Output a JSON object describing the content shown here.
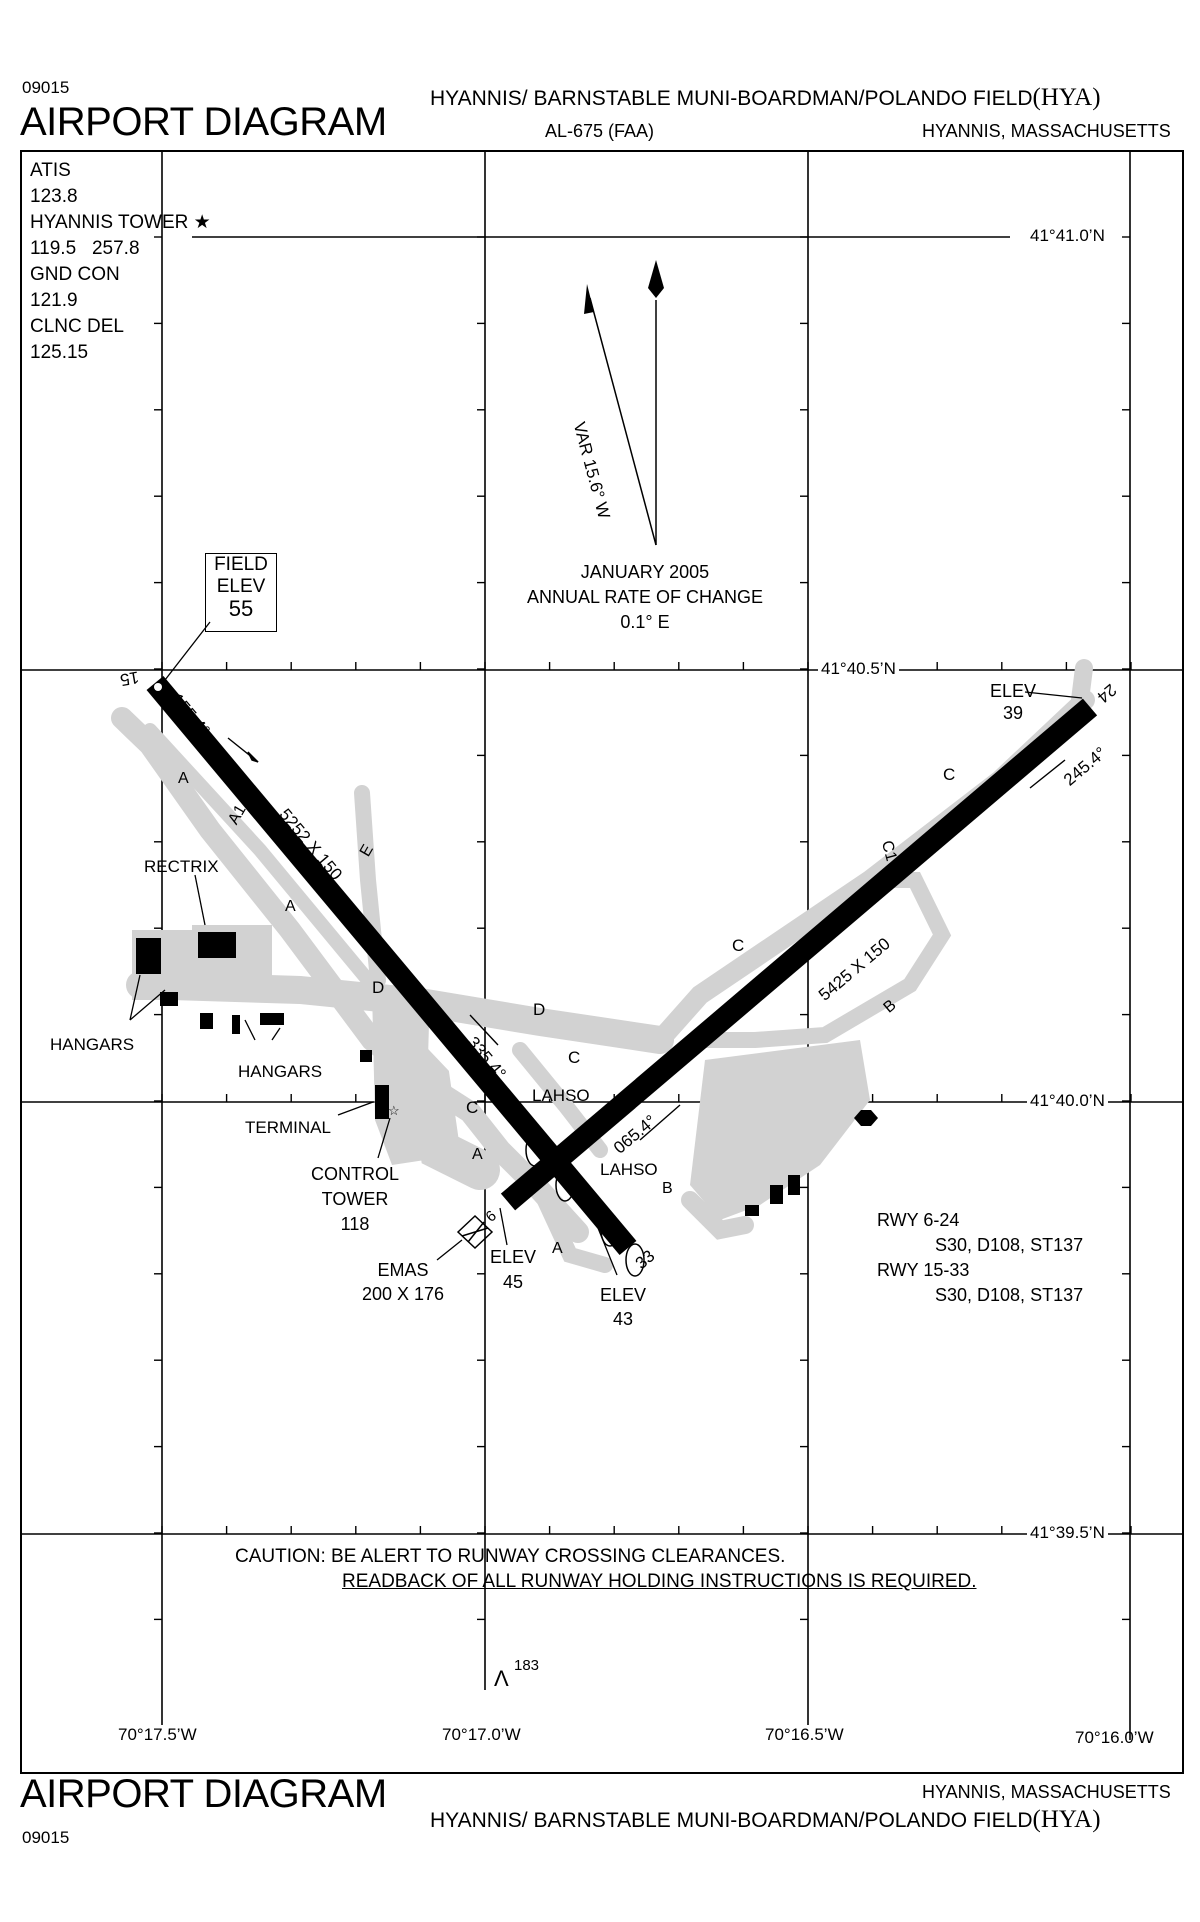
{
  "header": {
    "chart_number": "09015",
    "title": "AIRPORT DIAGRAM",
    "airport_name": "HYANNIS/ BARNSTABLE MUNI-BOARDMAN/POLANDO FIELD",
    "airport_id": "(HYA)",
    "procedure_id": "AL-675 (FAA)",
    "location": "HYANNIS, MASSACHUSETTS"
  },
  "frequencies": {
    "atis_label": "ATIS",
    "atis": "123.8",
    "tower_label": "HYANNIS TOWER",
    "tower": "119.5   257.8",
    "ground_label": "GND CON",
    "ground": "121.9",
    "clearance_label": "CLNC DEL",
    "clearance": "125.15"
  },
  "magnetic": {
    "variation": "VAR 15.6° W",
    "date": "JANUARY 2005",
    "rate_label": "ANNUAL RATE OF CHANGE",
    "rate": "0.1° E"
  },
  "latitudes": [
    "41°41.0’N",
    "41°40.5’N",
    "41°40.0’N",
    "41°39.5’N"
  ],
  "longitudes": [
    "70°17.5’W",
    "70°17.0’W",
    "70°16.5’W",
    "70°16.0’W"
  ],
  "field_elev": {
    "line1": "FIELD",
    "line2": "ELEV",
    "value": "55"
  },
  "runways": {
    "rwy_15_33": {
      "length_width": "5252 X 150",
      "heading_15": "155.4°",
      "heading_33": "335.4°",
      "end_15": "15",
      "end_33": "33",
      "elev_33_label": "ELEV",
      "elev_33": "43"
    },
    "rwy_6_24": {
      "length_width": "5425 X 150",
      "heading_6": "065.4°",
      "heading_24": "245.4°",
      "end_6": "6",
      "end_24": "24",
      "elev_6_label": "ELEV",
      "elev_6": "45",
      "elev_24_label": "ELEV",
      "elev_24": "39"
    }
  },
  "taxiways": {
    "A": "A",
    "A1": "A1",
    "B": "B",
    "C": "C",
    "C1": "C1",
    "D": "D",
    "E": "E"
  },
  "labels": {
    "rectrix": "RECTRIX",
    "hangars": "HANGARS",
    "terminal": "TERMINAL",
    "control_tower": "CONTROL",
    "control_tower2": "TOWER",
    "control_tower_elev": "118",
    "emas": "EMAS",
    "emas_size": "200 X 176",
    "lahso": "LAHSO",
    "obstacle": "183"
  },
  "runway_info": {
    "rwy_6_24": "RWY 6-24",
    "rwy_6_24_strength": "S30, D108, ST137",
    "rwy_15_33": "RWY 15-33",
    "rwy_15_33_strength": "S30, D108, ST137"
  },
  "caution": {
    "line1": "CAUTION: BE ALERT TO RUNWAY CROSSING CLEARANCES.",
    "line2": "READBACK OF ALL RUNWAY HOLDING INSTRUCTIONS IS REQUIRED."
  },
  "colors": {
    "taxiway": "#d2d2d2",
    "runway": "#000000",
    "grid": "#000000"
  }
}
